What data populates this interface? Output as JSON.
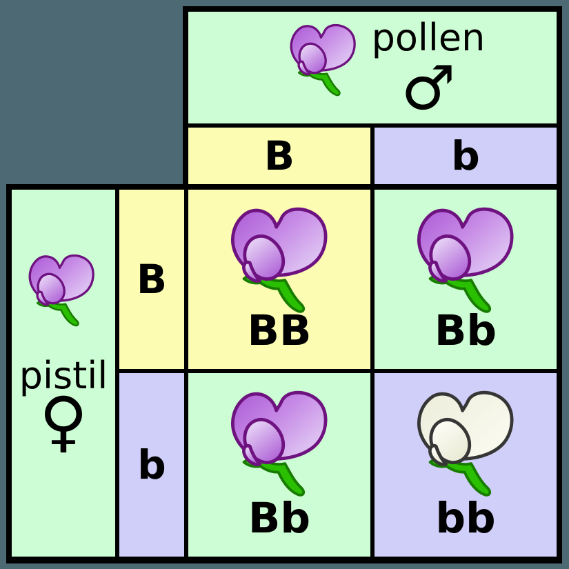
{
  "colors": {
    "page_background": "#4D6A74",
    "cell_green": "#CDFDD4",
    "cell_yellow": "#FCFCB2",
    "cell_lavender": "#CFCFF9",
    "border_black": "#000000",
    "purple_petal_dark": "#AF5FD8",
    "purple_petal_light": "#E3CFF5",
    "purple_outline": "#6E1280",
    "white_petal": "#F2F3E2",
    "white_outline": "#363636",
    "stem_green": "#2ABF00",
    "stem_outline": "#187C00"
  },
  "pollen_header": {
    "label": "pollen",
    "symbol": "♂",
    "flower": "purple"
  },
  "pistil_header": {
    "label": "pistil",
    "symbol": "♀",
    "flower": "purple"
  },
  "pollen_alleles": [
    {
      "label": "B"
    },
    {
      "label": "b"
    }
  ],
  "pistil_alleles": [
    {
      "label": "B"
    },
    {
      "label": "b"
    }
  ],
  "cells": [
    {
      "genotype": "BB",
      "flower": "purple",
      "background": "yellow"
    },
    {
      "genotype": "Bb",
      "flower": "purple",
      "background": "green"
    },
    {
      "genotype": "Bb",
      "flower": "purple",
      "background": "green"
    },
    {
      "genotype": "bb",
      "flower": "white",
      "background": "lavender"
    }
  ]
}
